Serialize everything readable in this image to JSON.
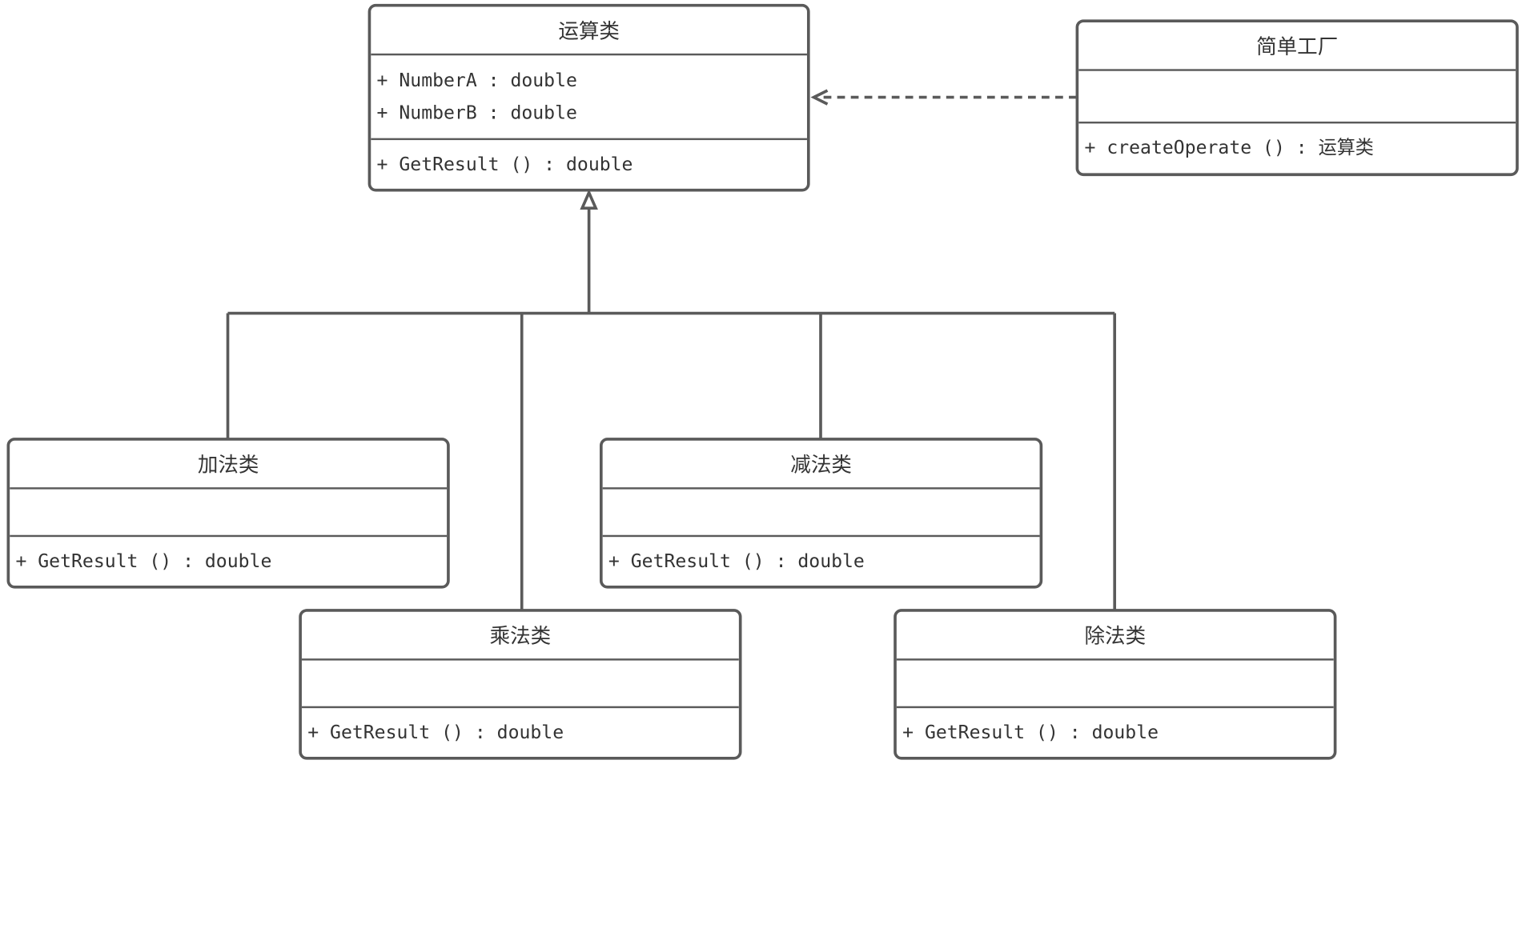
{
  "classes": {
    "operation": {
      "name": "运算类",
      "attributes": [
        "+ NumberA : double",
        "+ NumberB : double"
      ],
      "methods": [
        "+ GetResult () : double"
      ]
    },
    "simple_factory": {
      "name": "简单工厂",
      "attributes": [],
      "method_prefix": "+ createOperate () : ",
      "method_return": "运算类"
    },
    "add": {
      "name": "加法类",
      "attributes": [],
      "methods": [
        "+ GetResult () : double"
      ]
    },
    "subtract": {
      "name": "减法类",
      "attributes": [],
      "methods": [
        "+ GetResult () : double"
      ]
    },
    "multiply": {
      "name": "乘法类",
      "attributes": [],
      "methods": [
        "+ GetResult () : double"
      ]
    },
    "divide": {
      "name": "除法类",
      "attributes": [],
      "methods": [
        "+ GetResult () : double"
      ]
    }
  },
  "relations": [
    {
      "type": "dependency",
      "from": "simple_factory",
      "to": "operation"
    },
    {
      "type": "inheritance",
      "from": "add",
      "to": "operation"
    },
    {
      "type": "inheritance",
      "from": "multiply",
      "to": "operation"
    },
    {
      "type": "inheritance",
      "from": "subtract",
      "to": "operation"
    },
    {
      "type": "inheritance",
      "from": "divide",
      "to": "operation"
    }
  ],
  "colors": {
    "border": "#5a5a5a",
    "text": "#333333",
    "background": "#ffffff"
  }
}
